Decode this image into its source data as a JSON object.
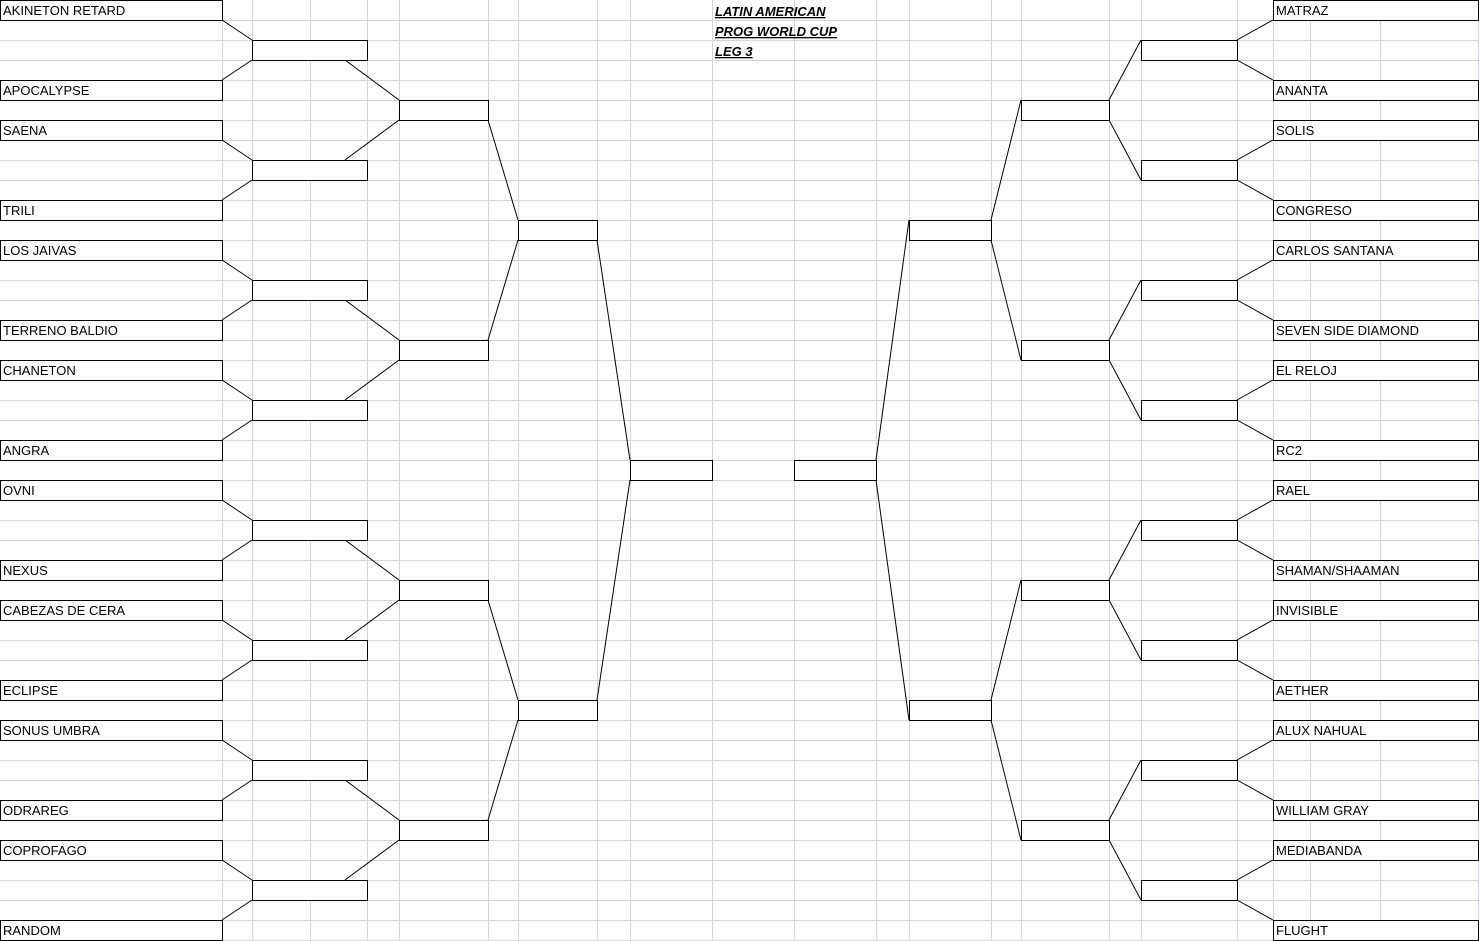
{
  "title_lines": [
    "LATIN AMERICAN",
    "PROG WORLD CUP",
    "LEG 3"
  ],
  "left_teams": [
    "AKINETON RETARD",
    "APOCALYPSE",
    "SAENA",
    "TRILI",
    "LOS JAIVAS",
    "TERRENO BALDIO",
    "CHANETON",
    "ANGRA",
    "OVNI",
    "NEXUS",
    "CABEZAS DE CERA",
    "ECLIPSE",
    "SONUS UMBRA",
    "ODRAREG",
    "COPROFAGO",
    "RANDOM"
  ],
  "right_teams": [
    "MATRAZ",
    "ANANTA",
    "SOLIS",
    "CONGRESO",
    "CARLOS SANTANA",
    "SEVEN SIDE DIAMOND",
    "EL RELOJ",
    "RC2",
    "RAEL",
    "SHAMAN/SHAAMAN",
    "INVISIBLE",
    "AETHER",
    "ALUX NAHUAL",
    "WILLIAM GRAY",
    "MEDIABANDA",
    "FLUGHT"
  ],
  "colors": {
    "grid": "#d4d4dc",
    "line": "#000000",
    "background": "#ffffff"
  }
}
